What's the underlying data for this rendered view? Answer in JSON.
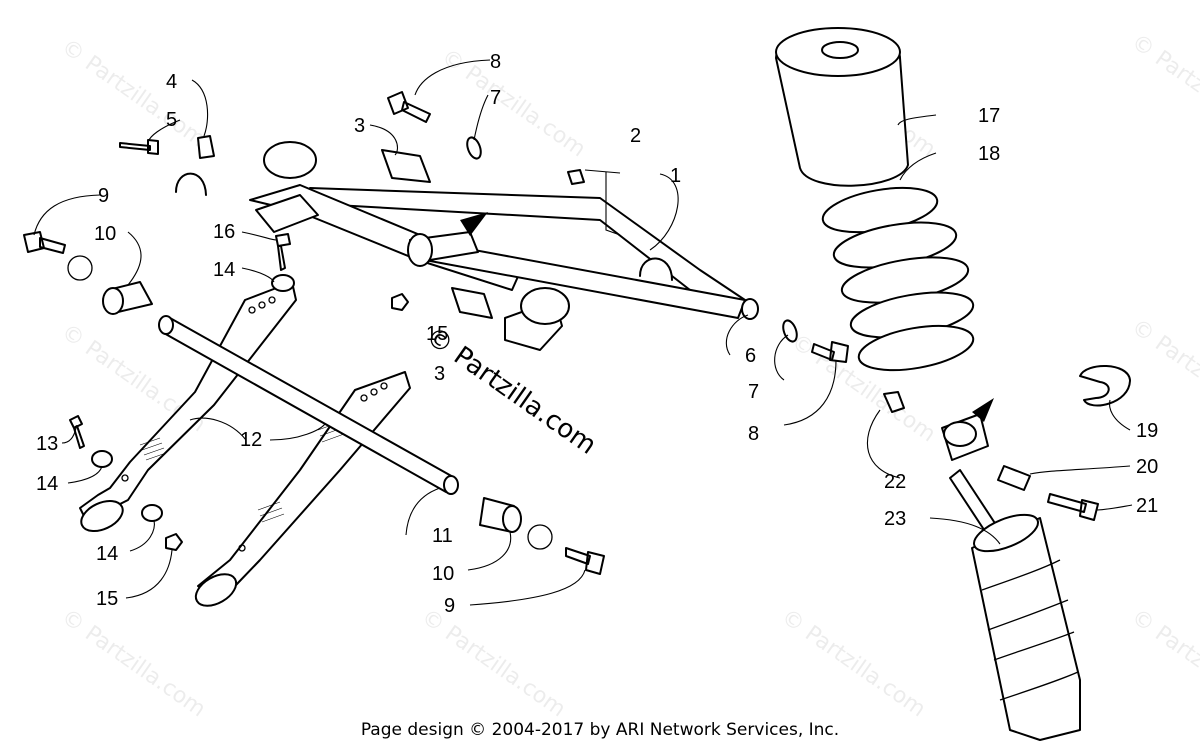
{
  "watermark": {
    "main_text": "© Partzilla.com",
    "faint_text": "© Partzilla.com"
  },
  "callouts": {
    "c1": "1",
    "c2": "2",
    "c3a": "3",
    "c3b": "3",
    "c4": "4",
    "c5": "5",
    "c6": "6",
    "c7a": "7",
    "c7b": "7",
    "c8a": "8",
    "c8b": "8",
    "c9a": "9",
    "c9b": "9",
    "c10a": "10",
    "c10b": "10",
    "c11": "11",
    "c12": "12",
    "c13": "13",
    "c14a": "14",
    "c14b": "14",
    "c14c": "14",
    "c15a": "15",
    "c15b": "15",
    "c16": "16",
    "c17": "17",
    "c18": "18",
    "c19": "19",
    "c20": "20",
    "c21": "21",
    "c22": "22",
    "c23": "23"
  },
  "footer": "Page design © 2004-2017 by ARI Network Services, Inc."
}
